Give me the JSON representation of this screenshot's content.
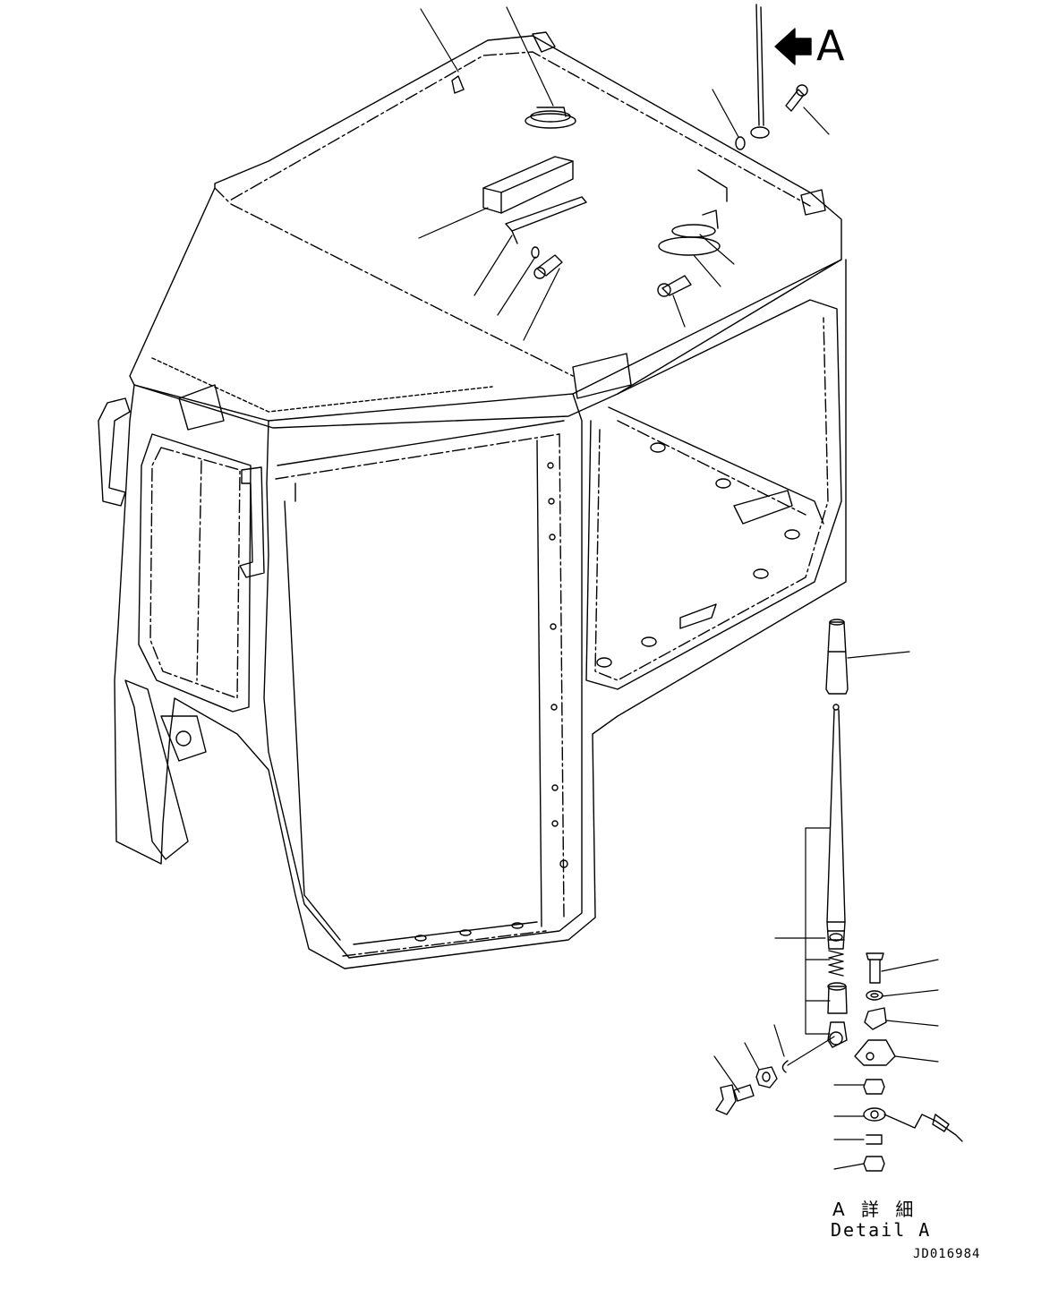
{
  "view_arrow": {
    "label": "A",
    "arrow_icon": "left-arrow-icon"
  },
  "detail": {
    "title_jp": "A 詳 細",
    "title_en": "Detail A"
  },
  "drawing_id": "JD016984"
}
